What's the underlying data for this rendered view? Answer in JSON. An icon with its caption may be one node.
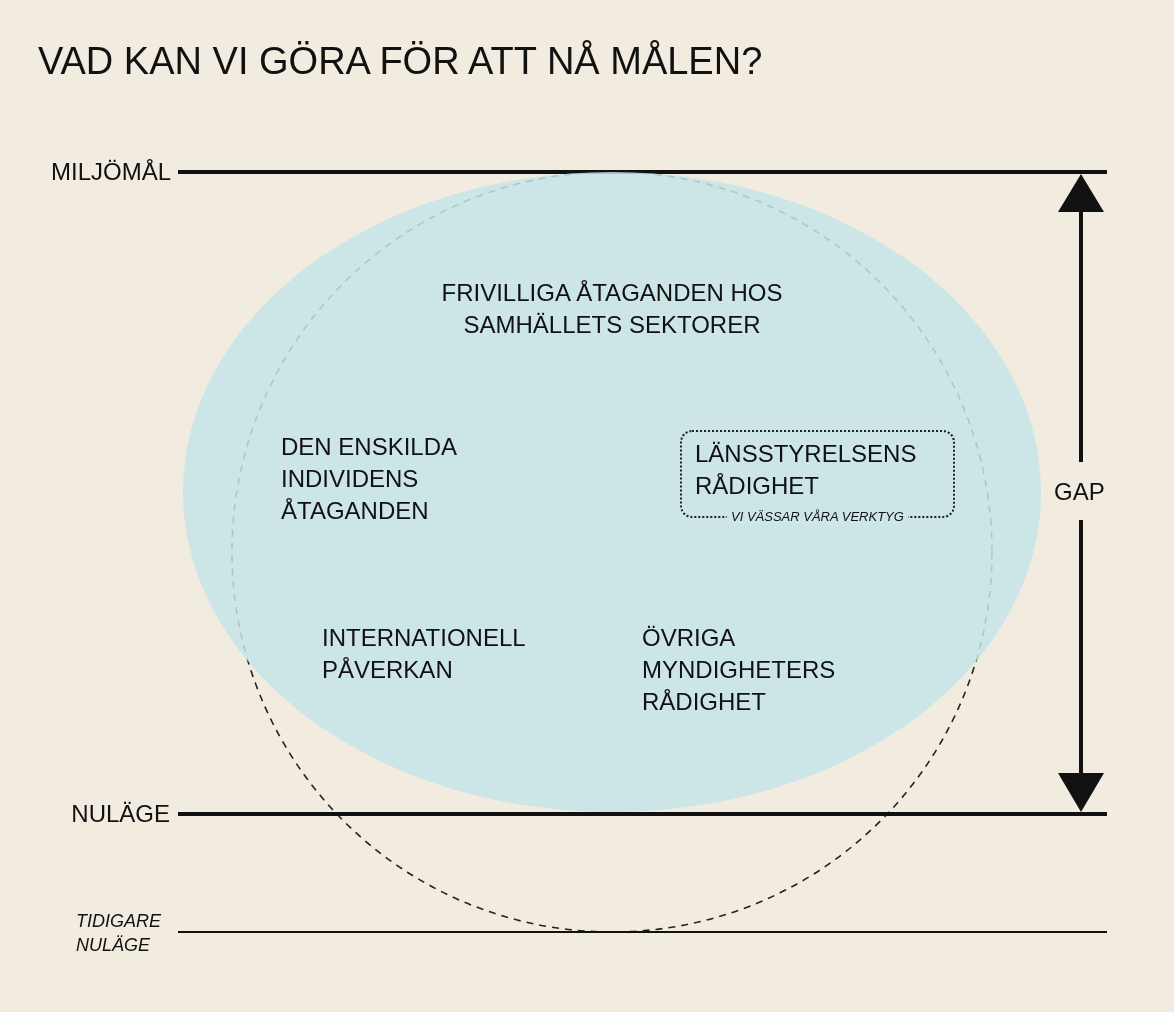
{
  "diagram": {
    "title": "VAD KAN VI GÖRA FÖR ATT NÅ MÅLEN?",
    "nodes": [
      {
        "text": [
          "FRIVILLIGA ÅTAGANDEN HOS SAMHÄLLETS SEKTORER",
          "DEN ENSKILDA INDIVIDENS ÅTAGANDEN",
          "INTERNATIONELL PÅVERKAN",
          "ÖVRIGA MYNDIGHETERS RÅDIGHET"
        ]
      },
      {
        "text": [
          "LÄNSSTYRELSENS RÅDIGHET",
          "VI VÄSSAR VÅRA VERKTYG"
        ],
        "in": 0
      }
    ],
    "labels": [
      "MILJÖMÅL",
      "GAP",
      "NULÄGE",
      "TIDIGARE NULÄGE"
    ]
  }
}
